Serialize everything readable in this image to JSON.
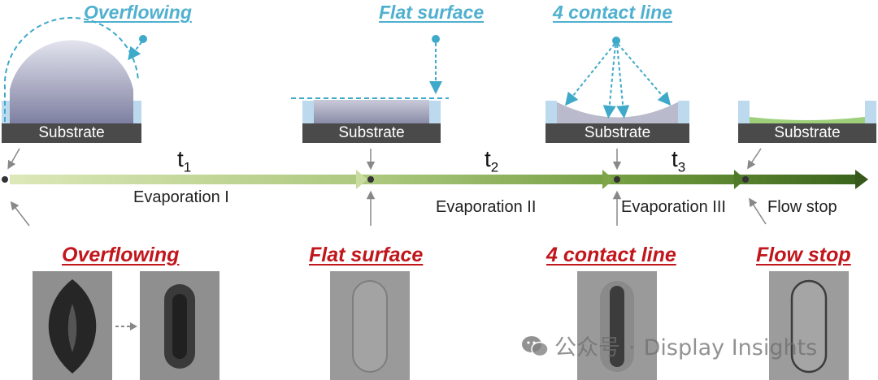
{
  "top_titles": {
    "overflowing": "Overflowing",
    "flat_surface": "Flat surface",
    "contact_line": "4 contact line"
  },
  "substrate_label": "Substrate",
  "timeline": {
    "t1": "t",
    "t1_sub": "1",
    "t2": "t",
    "t2_sub": "2",
    "t3": "t",
    "t3_sub": "3",
    "stage1": "Evaporation I",
    "stage2": "Evaporation II",
    "stage3": "Evaporation III",
    "stage4": "Flow stop"
  },
  "bottom_titles": {
    "overflowing": "Overflowing",
    "flat_surface": "Flat surface",
    "contact_line": "4 contact line",
    "flow_stop": "Flow stop"
  },
  "watermark": {
    "text": "公众号",
    "dot": "·",
    "name": "Display Insights"
  },
  "colors": {
    "title_blue": "#4fb0cf",
    "title_red": "#c0161c",
    "substrate": "#4a4a4a",
    "arrow_light": "#cfe0a6",
    "arrow_dark": "#3f6a1e"
  }
}
